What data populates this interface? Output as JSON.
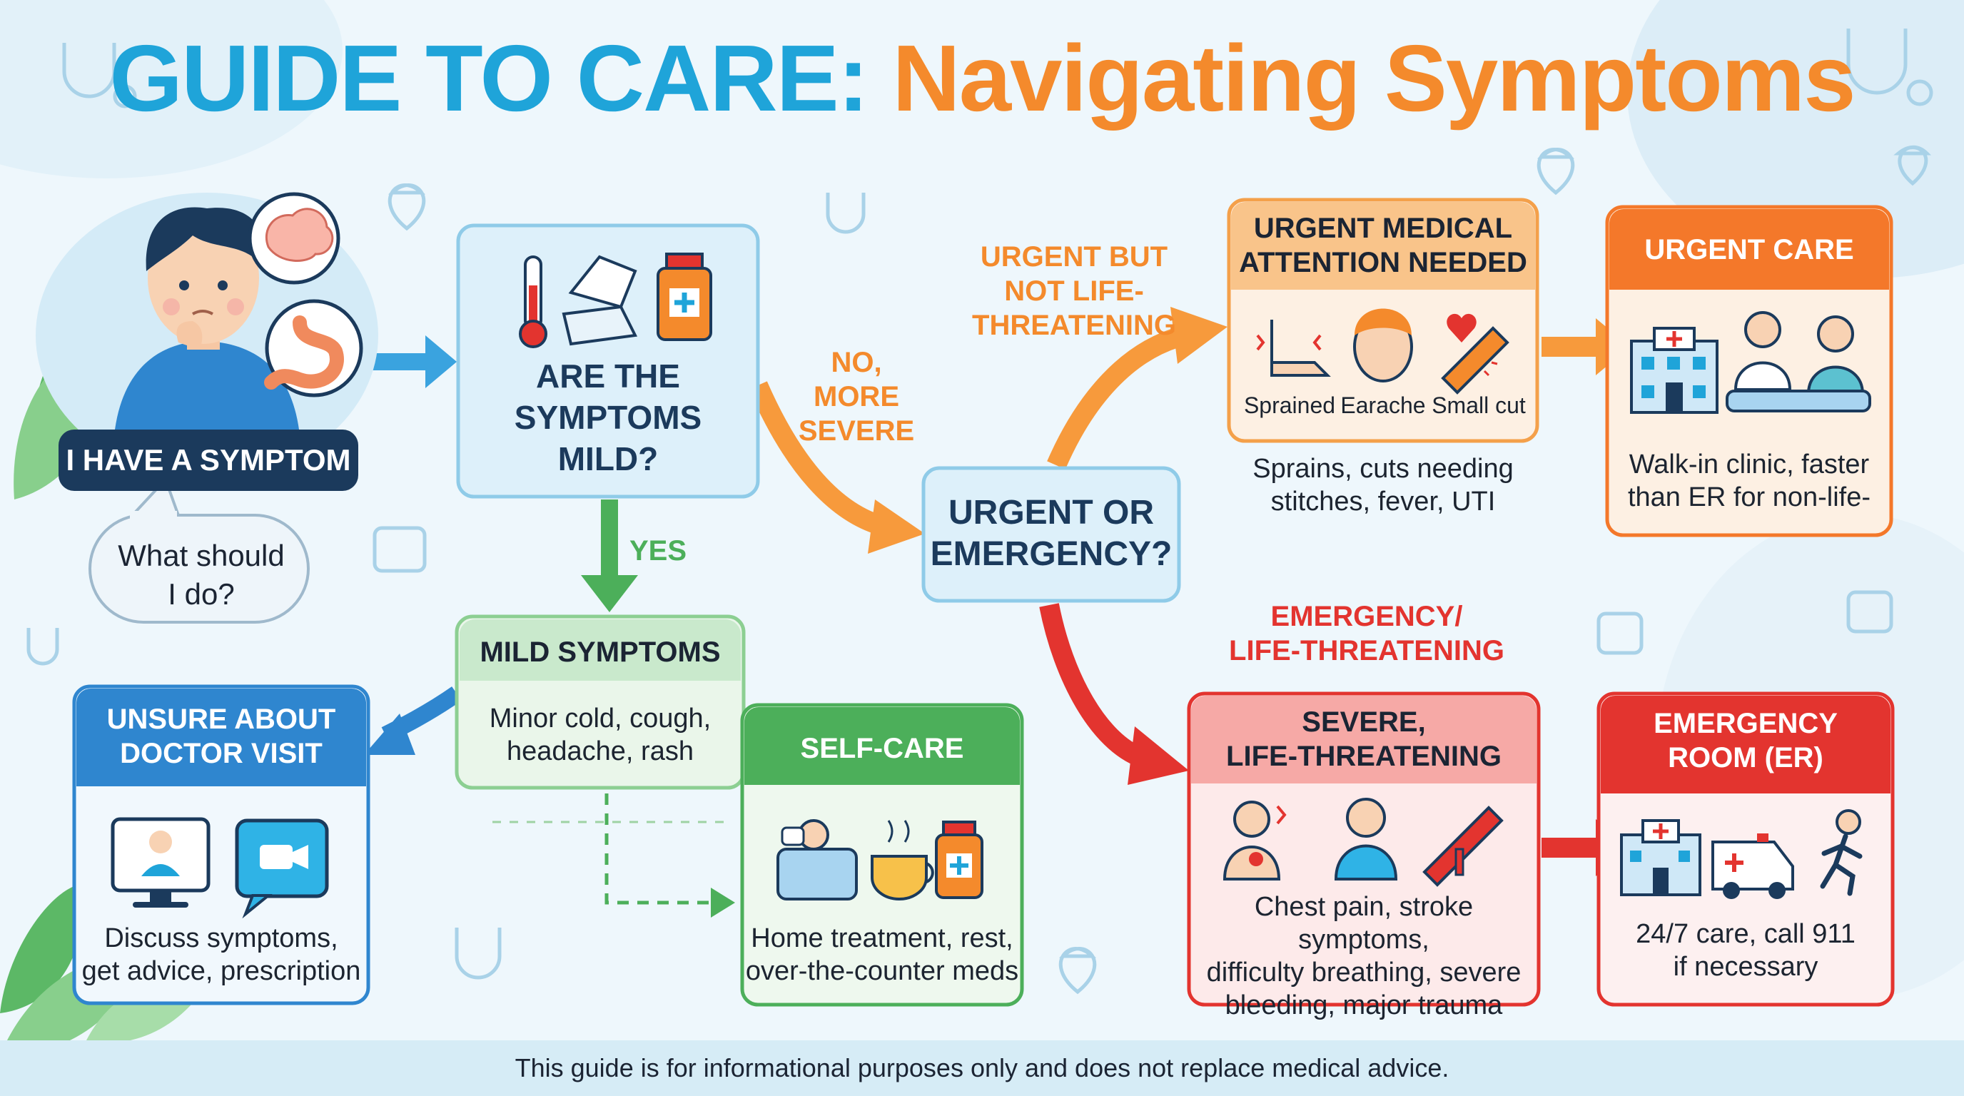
{
  "title": {
    "part1": "GUIDE TO CARE:",
    "part2": "Navigating Symptoms"
  },
  "colors": {
    "title_blue": "#1fa4d9",
    "title_orange": "#f48a2c",
    "navy": "#1b3a5c",
    "light_blue_box": "#ddf0fa",
    "green": "#4caf5a",
    "orange": "#f4782a",
    "red": "#e3342f",
    "blue_header": "#2f86cf"
  },
  "start": {
    "label": "I HAVE A SYMPTOM",
    "bubble_line1": "What should",
    "bubble_line2": "I do?"
  },
  "question1": {
    "line1": "ARE THE",
    "line2": "SYMPTOMS",
    "line3": "MILD?"
  },
  "edges": {
    "yes": "YES",
    "no_line1": "NO,",
    "no_line2": "MORE",
    "no_line3": "SEVERE",
    "urgent_line1": "URGENT BUT",
    "urgent_line2": "NOT LIFE-",
    "urgent_line3": "THREATENING",
    "emergency_line1": "EMERGENCY/",
    "emergency_line2": "LIFE-THREATENING"
  },
  "question2": {
    "line1": "URGENT OR",
    "line2": "EMERGENCY?"
  },
  "mild": {
    "header": "MILD SYMPTOMS",
    "body_line1": "Minor cold, cough,",
    "body_line2": "headache, rash"
  },
  "selfcare": {
    "header": "SELF-CARE",
    "body_line1": "Home treatment, rest,",
    "body_line2": "over-the-counter meds"
  },
  "unsure": {
    "header_line1": "UNSURE ABOUT",
    "header_line2": "DOCTOR VISIT",
    "body_line1": "Discuss symptoms,",
    "body_line2": "get advice, prescription"
  },
  "urgent_needed": {
    "header_line1": "URGENT MEDICAL",
    "header_line2": "ATTENTION NEEDED",
    "icon_labels": [
      "Sprained",
      "Earache",
      "Small cut"
    ],
    "body_line1": "Sprains, cuts needing",
    "body_line2": "stitches, fever, UTI"
  },
  "urgent_care": {
    "header": "URGENT CARE",
    "body_line1": "Walk-in clinic, faster",
    "body_line2": "than ER for non-life-"
  },
  "severe": {
    "header_line1": "SEVERE,",
    "header_line2": "LIFE-THREATENING",
    "body_line1": "Chest pain, stroke symptoms,",
    "body_line2": "difficulty breathing, severe",
    "body_line3": "bleeding, major trauma"
  },
  "er": {
    "header_line1": "EMERGENCY",
    "header_line2": "ROOM (ER)",
    "body_line1": "24/7 care, call 911",
    "body_line2": "if necessary"
  },
  "footer": "This guide is for informational purposes only and does not replace medical advice."
}
